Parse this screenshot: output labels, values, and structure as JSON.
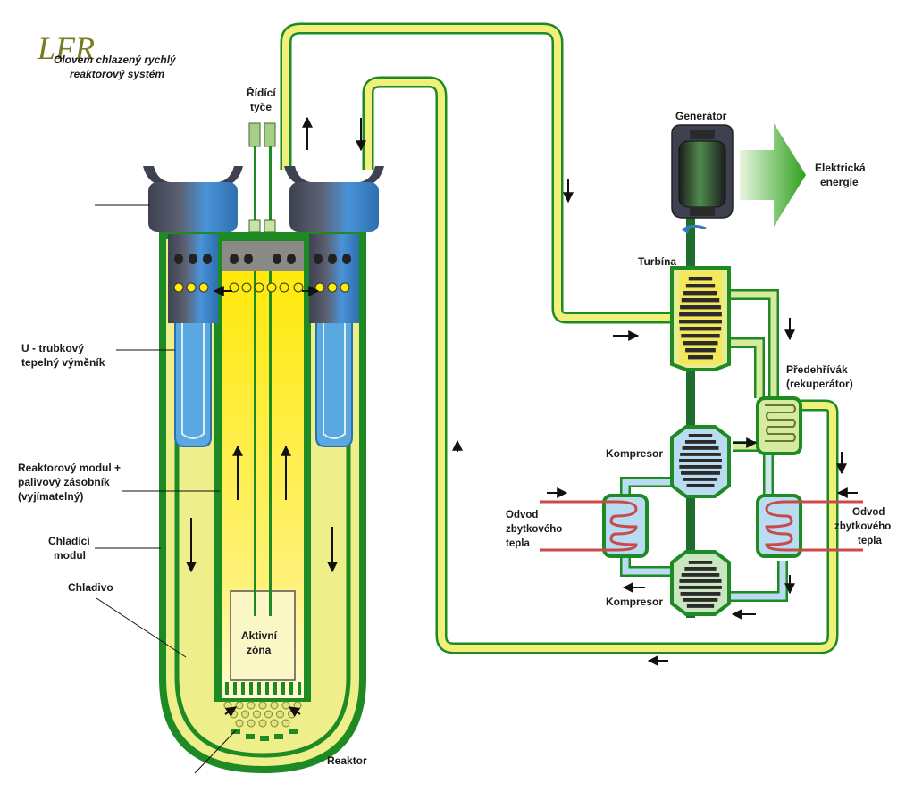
{
  "title": {
    "logo": "LFR",
    "subtitle_line1": "Olovem chlazený rychlý",
    "subtitle_line2": "reaktorový systém"
  },
  "labels": {
    "control_rods_1": "Řídící",
    "control_rods_2": "tyče",
    "generator": "Generátor",
    "electric_1": "Elektrická",
    "electric_2": "energie",
    "turbine": "Turbína",
    "preheater_1": "Předehřívák",
    "preheater_2": "(rekuperátor)",
    "compressor_top": "Kompresor",
    "compressor_bottom": "Kompresor",
    "heat_left_1": "Odvod",
    "heat_left_2": "zbytkového",
    "heat_left_3": "tepla",
    "heat_right_1": "Odvod",
    "heat_right_2": "zbytkového",
    "heat_right_3": "tepla",
    "u_tube_1": "U - trubkový",
    "u_tube_2": "tepelný výměník",
    "module_1": "Reaktorový modul +",
    "module_2": "palivový zásobník",
    "module_3": "(vyjímatelný)",
    "cooling_1": "Chladící",
    "cooling_2": "modul",
    "coolant": "Chladivo",
    "core_1": "Aktivní",
    "core_2": "zóna",
    "reactor": "Reaktor"
  },
  "colors": {
    "vessel_green": "#1e8a24",
    "coolant_yellow": "#eeee8a",
    "hot_yellow": "#ffee00",
    "pipe_yellow": "#f0f07a",
    "hx_blue": "#5aa8e0",
    "hx_red": "#c84a4a",
    "dark_gray": "#4a4e5c"
  }
}
